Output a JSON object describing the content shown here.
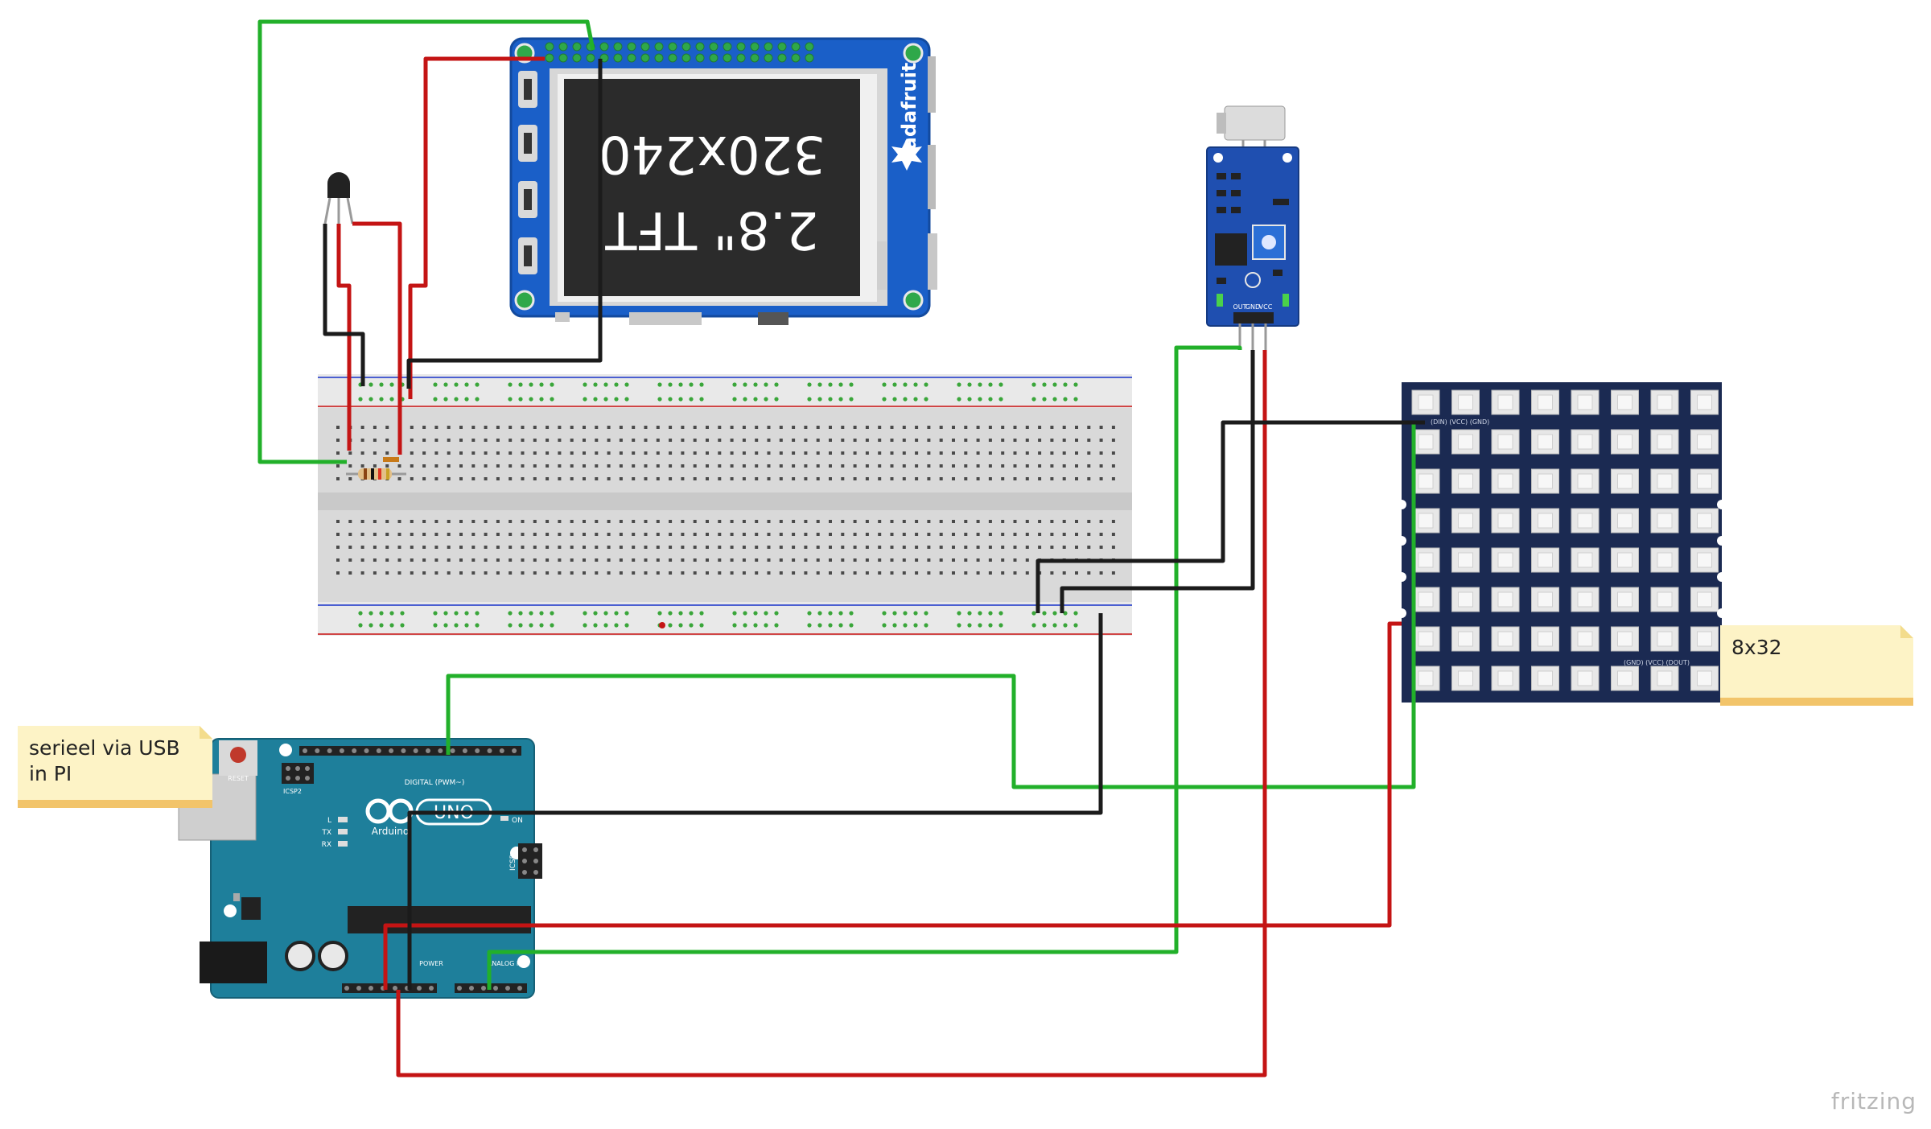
{
  "tft": {
    "brand": "adafruit",
    "title": "2.8\" TFT",
    "resolution": "320x240"
  },
  "arduino": {
    "board_name": "UNO",
    "brand": "Arduino",
    "reset_label": "RESET",
    "icsp_label": "ICSP",
    "icsp2_label": "ICSP2",
    "on_label": "ON",
    "led_labels": [
      "L",
      "TX",
      "RX"
    ],
    "digital_label": "DIGITAL (PWM~)",
    "power_label": "POWER",
    "analog_label": "ANALOG IN"
  },
  "mic": {
    "pin_labels": [
      "OUT",
      "GND",
      "VCC"
    ]
  },
  "matrix": {
    "top_pins": "(DIN) (VCC) (GND)",
    "bottom_pins": "(GND) (VCC) (DOUT)"
  },
  "notes": {
    "serial": "serieel via USB in PI",
    "matrix_size": "8x32"
  },
  "watermark": "fritzing",
  "colors": {
    "wire_green": "#22b02a",
    "wire_red": "#c41414",
    "wire_black": "#1b1b1b",
    "tft_pcb": "#1a5fc8",
    "arduino_pcb": "#1e7f9b",
    "matrix_pcb": "#1b2a52",
    "mic_pcb": "#1f4fb0"
  }
}
